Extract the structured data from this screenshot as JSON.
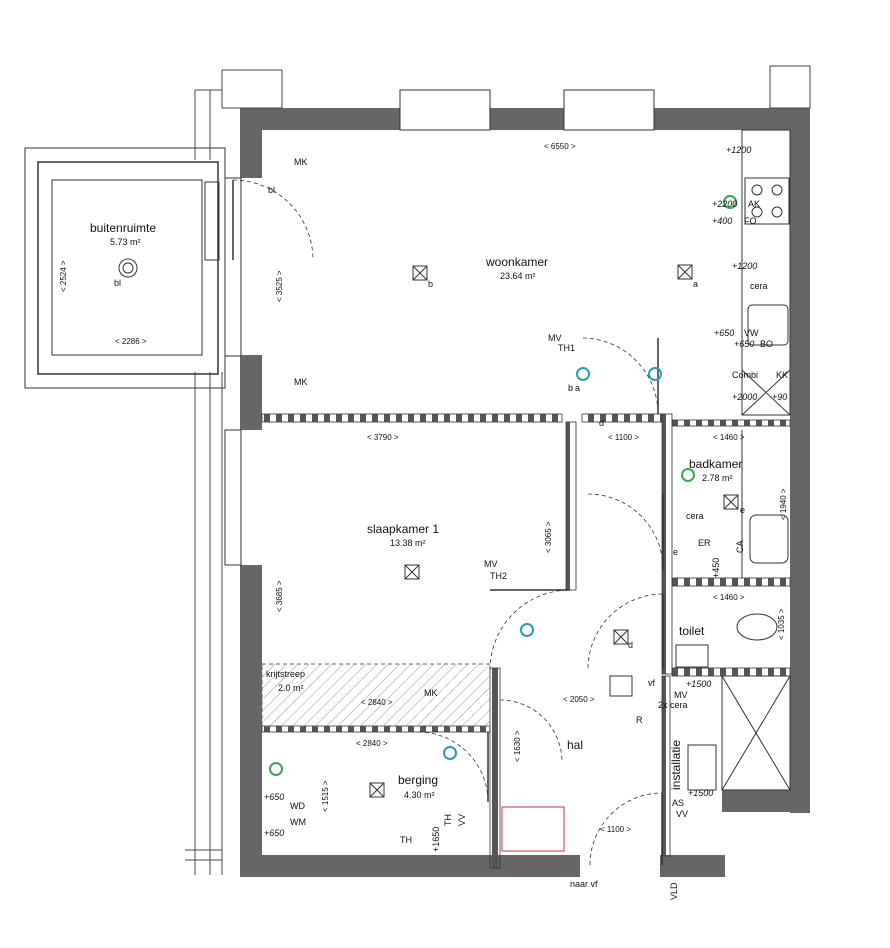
{
  "rooms": {
    "buitenruimte": {
      "name": "buitenruimte",
      "area": "5.73 m²",
      "dim_h": "< 2286 >",
      "dim_v": "< 2524 >",
      "tag": "bl"
    },
    "woonkamer": {
      "name": "woonkamer",
      "area": "23.64 m²",
      "dim_h": "< 6550 >",
      "dim_v": "< 3525 >"
    },
    "slaapkamer": {
      "name": "slaapkamer 1",
      "area": "13.38 m²",
      "dim_h": "< 3790 >",
      "dim_v": "< 3685 >",
      "dim_v2": "< 3065 >"
    },
    "krijtstreep": {
      "name": "krijtstreep",
      "area": "2.0 m²",
      "dim_h": "< 2840 >"
    },
    "berging": {
      "name": "berging",
      "area": "4.30 m²",
      "dim_h": "< 2840 >",
      "dim_v": "< 1515 >"
    },
    "hal": {
      "name": "hal",
      "dim_h": "< 2050 >",
      "dim_v": "< 1630 >",
      "dim_h2": "< 1100 >",
      "dim_h3": "< 1100 >"
    },
    "badkamer": {
      "name": "badkamer",
      "area": "2.78 m²",
      "dim_h": "< 1460 >",
      "dim_v": "< 1940 >"
    },
    "toilet": {
      "name": "toilet",
      "dim_h": "< 1460 >",
      "dim_v": "< 1035 >"
    },
    "installatie": {
      "name": "installatie"
    }
  },
  "kitchen": {
    "h1200a": "+1200",
    "h2200": "+2200",
    "ak": "AK",
    "h400": "+400",
    "fo": "FO",
    "h1200b": "+1200",
    "cera": "cera",
    "h650a": "+650",
    "vw": "VW",
    "h650b": "+650",
    "bo": "BO",
    "combi": "Combi",
    "kk": "KK",
    "h2000": "+2000",
    "h90": "+90"
  },
  "symbols": {
    "mk1": "MK",
    "bl1": "bl",
    "b": "b",
    "a": "a",
    "mk2": "MK",
    "mv1": "MV",
    "th1": "TH1",
    "b2": "b",
    "a2": "a",
    "d1": "d",
    "mv2": "MV",
    "th2": "TH2",
    "d2": "d",
    "cera2": "cera",
    "er": "ER",
    "h450": "+450",
    "ca": "CA",
    "e1": "e",
    "e2": "e",
    "mk3": "MK",
    "th3": "TH",
    "th4": "TH",
    "vv1": "VV",
    "h1650": "+1650",
    "h650c": "+650",
    "wd": "WD",
    "h650d": "+650",
    "wm": "WM",
    "r": "R",
    "vf": "vf",
    "h1500a": "+1500",
    "mv3": "MV",
    "cera3": "2x cera",
    "h1500b": "+1500",
    "as": "AS",
    "vv2": "VV",
    "naar": "naar vf",
    "vld": "VLD"
  }
}
